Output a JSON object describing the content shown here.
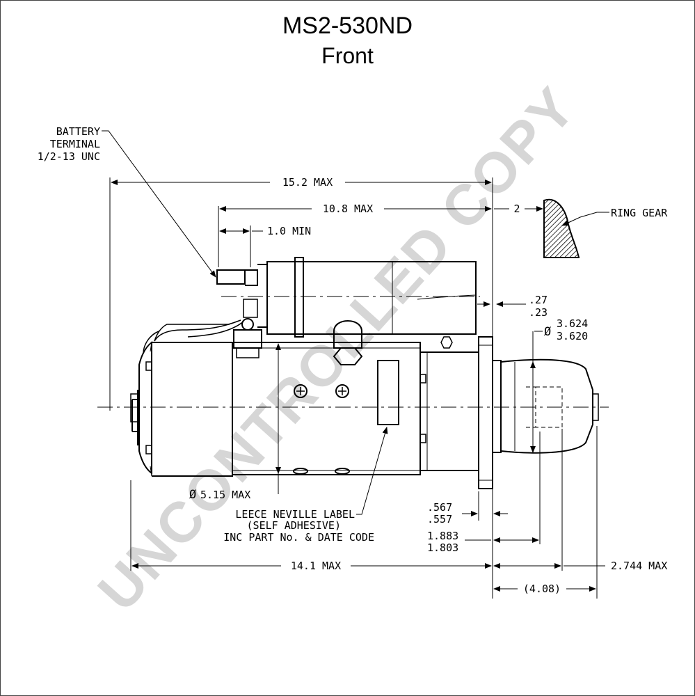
{
  "title": {
    "model": "MS2-530ND",
    "view": "Front"
  },
  "watermark": "UNCONTROLLED COPY",
  "callouts": {
    "battery_terminal": [
      "BATTERY",
      "TERMINAL",
      "1/2-13 UNC"
    ],
    "ring_gear": "RING GEAR",
    "label_note": [
      "LEECE NEVILLE LABEL",
      "(SELF ADHESIVE)",
      "INC PART No. & DATE CODE"
    ]
  },
  "dimensions": {
    "overall_length": "15.2 MAX",
    "solenoid_length": "10.8 MAX",
    "gear_gap": "2",
    "terminal_offset": "1.0 MIN",
    "offset_upper": ".27",
    "offset_lower": ".23",
    "pilot_dia_upper": "3.624",
    "pilot_dia_lower": "3.620",
    "body_dia": "5.15 MAX",
    "flange_upper": ".567",
    "flange_lower": ".557",
    "pinion_upper": "1.883",
    "pinion_lower": "1.803",
    "body_length": "14.1 MAX",
    "nose_length": "2.744 MAX",
    "ref_length": "(4.08)"
  },
  "symbols": {
    "diameter": "Ø"
  },
  "colors": {
    "line": "#000000",
    "watermark": "#d6d6d6"
  }
}
